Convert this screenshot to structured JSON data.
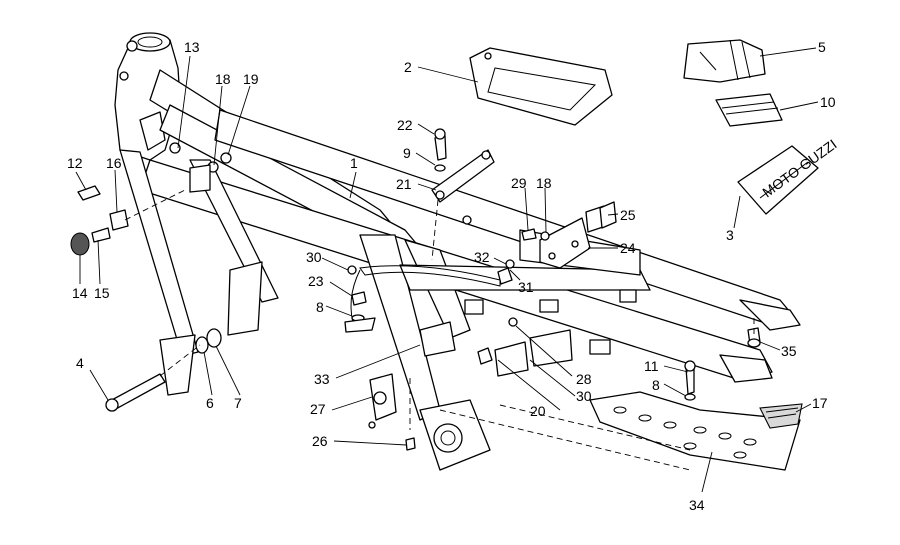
{
  "diagram": {
    "brand_text": "MOTO GUZZI",
    "callouts": [
      {
        "id": "c13",
        "text": "13"
      },
      {
        "id": "c18a",
        "text": "18"
      },
      {
        "id": "c19",
        "text": "19"
      },
      {
        "id": "c12",
        "text": "12"
      },
      {
        "id": "c16",
        "text": "16"
      },
      {
        "id": "c14",
        "text": "14"
      },
      {
        "id": "c15",
        "text": "15"
      },
      {
        "id": "c4",
        "text": "4"
      },
      {
        "id": "c6",
        "text": "6"
      },
      {
        "id": "c7",
        "text": "7"
      },
      {
        "id": "c1",
        "text": "1"
      },
      {
        "id": "c2",
        "text": "2"
      },
      {
        "id": "c22",
        "text": "22"
      },
      {
        "id": "c9",
        "text": "9"
      },
      {
        "id": "c21",
        "text": "21"
      },
      {
        "id": "c30a",
        "text": "30"
      },
      {
        "id": "c23",
        "text": "23"
      },
      {
        "id": "c8a",
        "text": "8"
      },
      {
        "id": "c33",
        "text": "33"
      },
      {
        "id": "c27",
        "text": "27"
      },
      {
        "id": "c26",
        "text": "26"
      },
      {
        "id": "c32",
        "text": "32"
      },
      {
        "id": "c31",
        "text": "31"
      },
      {
        "id": "c29",
        "text": "29"
      },
      {
        "id": "c18b",
        "text": "18"
      },
      {
        "id": "c25",
        "text": "25"
      },
      {
        "id": "c24",
        "text": "24"
      },
      {
        "id": "c28",
        "text": "28"
      },
      {
        "id": "c30b",
        "text": "30"
      },
      {
        "id": "c20",
        "text": "20"
      },
      {
        "id": "c11",
        "text": "11"
      },
      {
        "id": "c8b",
        "text": "8"
      },
      {
        "id": "c17",
        "text": "17"
      },
      {
        "id": "c34",
        "text": "34"
      },
      {
        "id": "c35",
        "text": "35"
      },
      {
        "id": "c5",
        "text": "5"
      },
      {
        "id": "c10",
        "text": "10"
      },
      {
        "id": "c3",
        "text": "3"
      }
    ]
  }
}
